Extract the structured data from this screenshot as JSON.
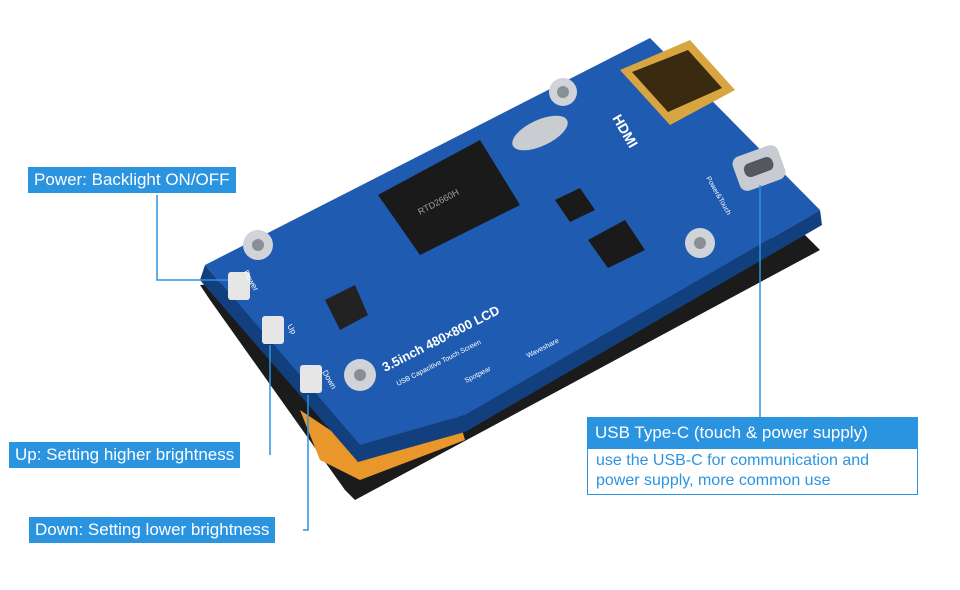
{
  "callouts": {
    "power": "Power: Backlight ON/OFF",
    "up": "Up: Setting higher brightness",
    "down": "Down: Setting lower brightness"
  },
  "usb": {
    "title": "USB Type-C (touch & power supply)",
    "description": "use the USB-C for communication and power supply, more common use"
  },
  "board": {
    "hdmi_label": "HDMI",
    "usb_port_label": "Power&Touch",
    "title": "3.5inch 480×800 LCD",
    "subtitle": "USB Capacitive Touch Screen",
    "brand_spotpear": "Spotpear",
    "brand_waveshare": "Waveshare",
    "button_power": "Power",
    "button_up": "Up",
    "button_down": "Down",
    "chip_main": "RTD2660H"
  },
  "colors": {
    "accent": "#2b94e1",
    "pcb": "#1f5bb0",
    "ribbon": "#f0a020"
  }
}
